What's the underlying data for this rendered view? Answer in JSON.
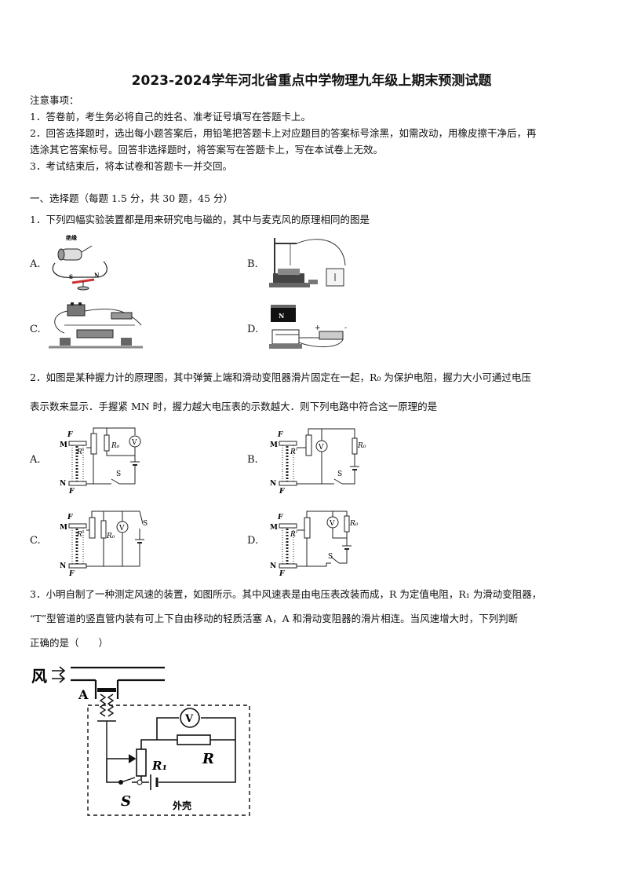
{
  "title": "2023-2024学年河北省重点中学物理九年级上期末预测试题",
  "notice": {
    "heading": "注意事项：",
    "items": [
      "1．答卷前，考生务必将自己的姓名、准考证号填写在答题卡上。",
      "2．回答选择题时，选出每小题答案后，用铅笔把答题卡上对应题目的答案标号涂黑，如需改动，用橡皮擦干净后，再",
      "选涂其它答案标号。回答非选择题时，将答案写在答题卡上，写在本试卷上无效。",
      "3．考试结束后，将本试卷和答题卡一并交回。"
    ]
  },
  "section1": {
    "heading": "一、选择题（每题 1.5 分，共 30 题，45 分）"
  },
  "q1": {
    "stem": "1．下列四幅实验装置都是用来研究电与磁的，其中与麦克风的原理相同的图是",
    "options": [
      "A.",
      "B.",
      "C.",
      "D."
    ],
    "labels": {
      "a_top": "绝缘",
      "a_s": "S",
      "a_n": "N",
      "d_n": "N",
      "d_plus": "+",
      "d_minus": "-"
    }
  },
  "q2": {
    "stem_line1": "2．如图是某种握力计的原理图，其中弹簧上端和滑动变阻器滑片固定在一起，R₀ 为保护电阻，握力大小可通过电压",
    "stem_line2": "表示数来显示．手握紧 MN 时，握力越大电压表的示数越大．则下列电路中符合这一原理的是",
    "options": [
      "A.",
      "B.",
      "C.",
      "D."
    ],
    "labels": {
      "f": "F",
      "m": "M",
      "n": "N",
      "r": "R'",
      "r0": "R₀",
      "v": "V",
      "s": "S"
    }
  },
  "q3": {
    "stem_line1": "3．小明自制了一种测定风速的装置，如图所示。其中风速表是由电压表改装而成，R 为定值电阻，R₁ 为滑动变阻器，",
    "stem_line2": "“T”型管道的竖直管内装有可上下自由移动的轻质活塞 A，A 和滑动变阻器的滑片相连。当风速增大时，下列判断",
    "stem_line3": "正确的是（　　）",
    "labels": {
      "wind": "风",
      "a": "A",
      "v": "V",
      "r1": "R₁",
      "r": "R",
      "s": "S",
      "shell": "外壳"
    }
  }
}
